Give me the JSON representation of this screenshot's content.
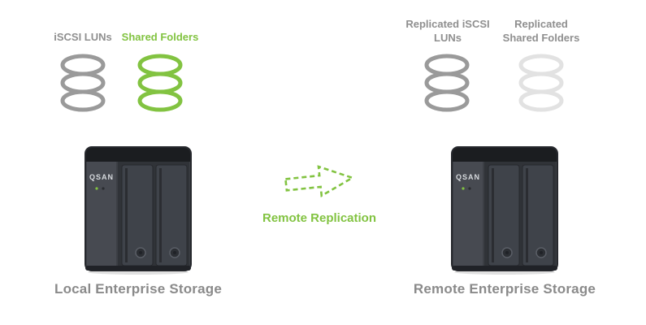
{
  "palette": {
    "gray_text": "#8f8f8f",
    "green": "#82c341",
    "cylinder_gray": "#9a9a9a",
    "cylinder_light": "#e2e2e2",
    "device_body": "#3c3f45"
  },
  "left_group": {
    "iscsi_label": "iSCSI LUNs",
    "shared_label": "Shared Folders",
    "device_logo": "QSAN",
    "caption": "Local Enterprise Storage"
  },
  "arrow": {
    "label": "Remote Replication"
  },
  "right_group": {
    "iscsi_label": "Replicated iSCSI LUNs",
    "shared_label": "Replicated Shared Folders",
    "device_logo": "QSAN",
    "caption": "Remote Enterprise Storage"
  }
}
